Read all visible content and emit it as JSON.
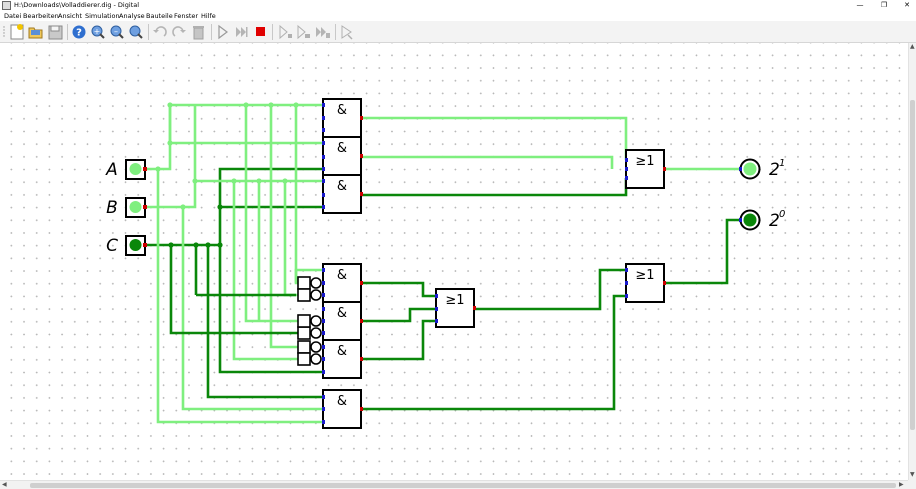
{
  "window": {
    "title": "H:\\Downloads\\Volladdierer.dig - Digital",
    "minimize": "—",
    "maximize": "❐",
    "close": "✕"
  },
  "menu": [
    "Datei",
    "Bearbeiten",
    "Ansicht",
    "Simulation",
    "Analyse",
    "Bauteile",
    "Fenster",
    "Hilfe"
  ],
  "toolbar": {
    "buttons": [
      "new-file-icon",
      "open-file-icon",
      "save-icon",
      "help-icon",
      "zoom-in-icon",
      "zoom-out-icon",
      "zoom-fit-icon",
      "undo-icon",
      "redo-icon",
      "delete-icon",
      "run-icon",
      "fast-run-icon",
      "stop-icon",
      "step-icon",
      "step-forward-icon",
      "step-all-icon",
      "analyse-icon"
    ]
  },
  "circuit": {
    "inputs": [
      {
        "label": "A",
        "state": "high"
      },
      {
        "label": "B",
        "state": "high"
      },
      {
        "label": "C",
        "state": "low"
      }
    ],
    "outputs": [
      {
        "base": "2",
        "exp": "1",
        "state": "high"
      },
      {
        "base": "2",
        "exp": "0",
        "state": "low"
      }
    ],
    "gate_labels": {
      "and": "&",
      "or": "≥1"
    },
    "colors": {
      "wire_high": "#7FEF7F",
      "wire_low": "#0A870A",
      "pin_out": "#cc0000",
      "pin_in": "#1a1acc",
      "stop": "#e00000",
      "canvas_dot": "#b4b4b4"
    }
  }
}
